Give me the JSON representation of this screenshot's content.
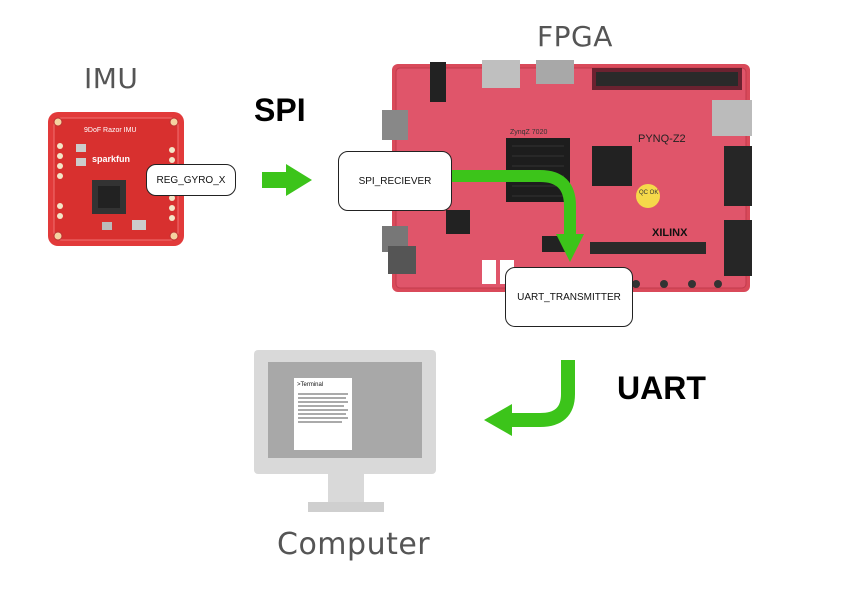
{
  "titles": {
    "imu": "IMU",
    "fpga": "FPGA",
    "computer": "Computer"
  },
  "protocols": {
    "spi": "SPI",
    "uart": "UART"
  },
  "modules": {
    "reg_gyro": "REG_GYRO_X",
    "spi_receiver": "SPI_RECIEVER",
    "uart_transmitter": "UART_TRANSMITTER"
  },
  "imu_board": {
    "board_label": "9DoF Razor IMU",
    "brand": "sparkfun"
  },
  "fpga_board": {
    "model": "PYNQ-Z2",
    "chip": "ZynqZ 7020",
    "vendor": "XILINX",
    "qc": "QC OK"
  },
  "monitor": {
    "terminal_title": ">Terminal"
  },
  "colors": {
    "arrow_green": "#3cc41a",
    "board_red": "#e23a3a",
    "fpga_red": "#d94a5a",
    "monitor_gray": "#d9d9d9"
  }
}
